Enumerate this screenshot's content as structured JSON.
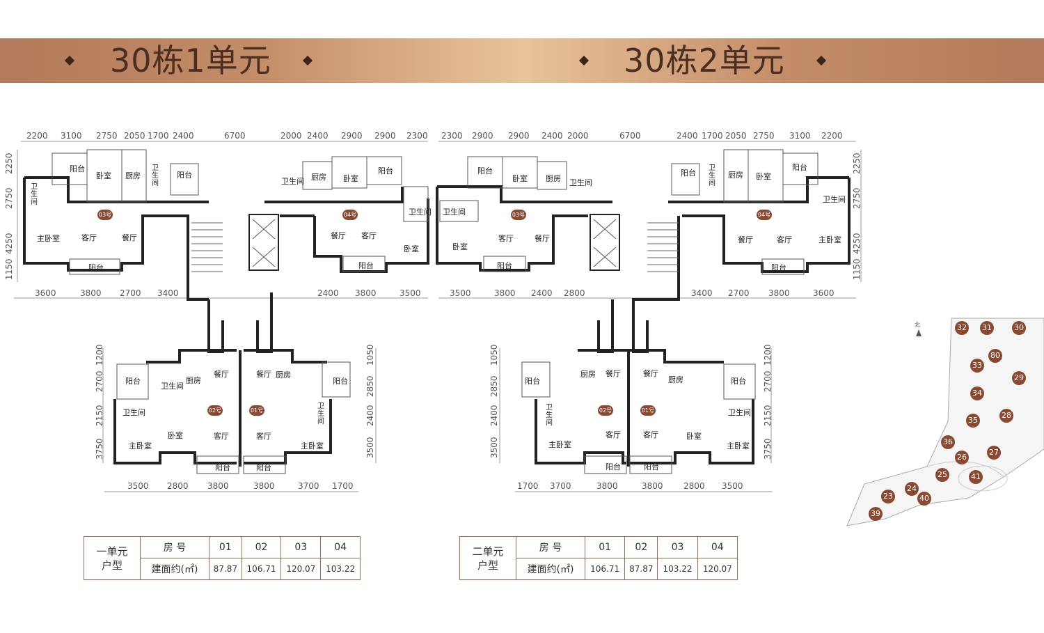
{
  "banner": {
    "left_title": "30栋1单元",
    "right_title": "30栋2单元",
    "accent_color": "#c48d68",
    "brand_dark": "#4a2e20"
  },
  "unit1_plan": {
    "top_dims": [
      "2200",
      "3100",
      "2750",
      "2050",
      "1700",
      "2400",
      "6700",
      "2000",
      "2400",
      "2900",
      "2900",
      "2300"
    ],
    "left_dims": [
      "2250",
      "2750",
      "4250",
      "1150"
    ],
    "mid_dims_left": [
      "3600",
      "3800",
      "2700",
      "3400"
    ],
    "mid_dims_right": [
      "2400",
      "3800",
      "3500"
    ],
    "lower_left_dims": [
      "1200",
      "2700",
      "2150",
      "3750"
    ],
    "lower_right_dims": [
      "1050",
      "2850",
      "2400",
      "3500"
    ],
    "bottom_dims": [
      "3500",
      "2800",
      "3800",
      "3800",
      "3700",
      "1700"
    ],
    "badges": [
      "03号房",
      "04号房",
      "02号房",
      "01号房"
    ],
    "rooms": {
      "balcony": "阳台",
      "bedroom": "卧室",
      "kitchen": "厨房",
      "bathroom": "卫生间",
      "master_bedroom": "主卧室",
      "living_room": "客厅",
      "dining_room": "餐厅"
    }
  },
  "unit2_plan": {
    "top_dims": [
      "2300",
      "2900",
      "2900",
      "2400",
      "2000",
      "6700",
      "2400",
      "1700",
      "2050",
      "2750",
      "3100",
      "2200"
    ],
    "right_dims": [
      "2250",
      "2750",
      "4250",
      "1150"
    ],
    "mid_dims_left": [
      "3500",
      "3800",
      "2400",
      "2800"
    ],
    "mid_dims_right": [
      "3400",
      "2700",
      "3800",
      "3600"
    ],
    "lower_left_dims": [
      "1050",
      "2850",
      "2400",
      "3500"
    ],
    "lower_right_dims": [
      "1200",
      "2700",
      "2150",
      "3750"
    ],
    "bottom_dims": [
      "1700",
      "3700",
      "3800",
      "3800",
      "2800",
      "3500"
    ],
    "badges": [
      "03号房",
      "04号房",
      "02号房",
      "01号房"
    ]
  },
  "table1": {
    "unit_label_line1": "一单元",
    "unit_label_line2": "户型",
    "room_no_label": "房 号",
    "area_label": "建面约(㎡)",
    "room_numbers": [
      "01",
      "02",
      "03",
      "04"
    ],
    "areas": [
      "87.87",
      "106.71",
      "120.07",
      "103.22"
    ]
  },
  "table2": {
    "unit_label_line1": "二单元",
    "unit_label_line2": "户型",
    "room_no_label": "房 号",
    "area_label": "建面约(㎡)",
    "room_numbers": [
      "01",
      "02",
      "03",
      "04"
    ],
    "areas": [
      "106.71",
      "87.87",
      "103.22",
      "120.07"
    ]
  },
  "site_plan": {
    "north_label": "北",
    "buildings": [
      "32",
      "31",
      "30",
      "80",
      "33",
      "29",
      "34",
      "28",
      "35",
      "36",
      "27",
      "26",
      "25",
      "41",
      "24",
      "40",
      "23",
      "39"
    ]
  }
}
